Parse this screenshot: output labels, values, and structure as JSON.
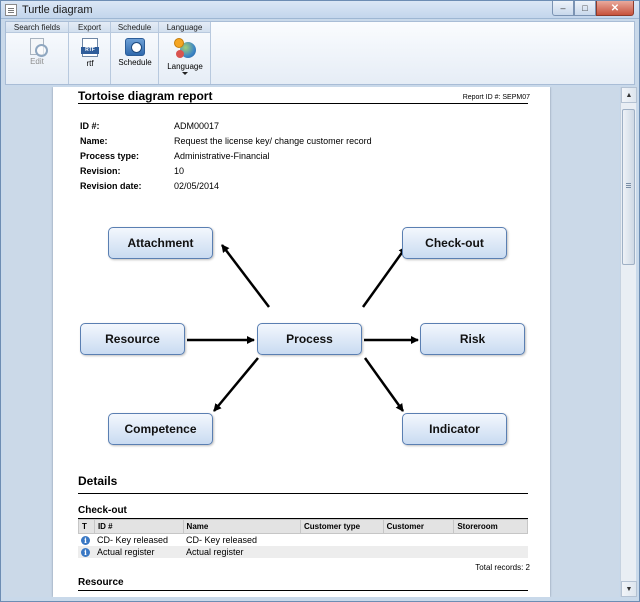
{
  "window": {
    "title": "Turtle diagram",
    "buttons": {
      "minimize": "–",
      "maximize": "□",
      "close": "✕"
    }
  },
  "ribbon": {
    "groups": [
      {
        "label": "Search fields",
        "buttons": [
          {
            "label": "Edit",
            "icon": "edit-icon",
            "enabled": false
          }
        ]
      },
      {
        "label": "Export",
        "buttons": [
          {
            "label": "rtf",
            "icon": "rtf-icon",
            "badge": "RTF"
          }
        ]
      },
      {
        "label": "Schedule",
        "buttons": [
          {
            "label": "Schedule",
            "icon": "schedule-icon"
          }
        ]
      },
      {
        "label": "Language",
        "buttons": [
          {
            "label": "Language",
            "icon": "language-icon",
            "dropdown": true
          }
        ]
      }
    ]
  },
  "report": {
    "title": "Tortoise diagram report",
    "report_id": "Report ID #: SEPM07",
    "fields": [
      {
        "key": "ID #:",
        "value": "ADM00017"
      },
      {
        "key": "Name:",
        "value": "Request the license key/ change customer record"
      },
      {
        "key": "Process type:",
        "value": "Administrative-Financial"
      },
      {
        "key": "Revision:",
        "value": "10"
      },
      {
        "key": "Revision date:",
        "value": "02/05/2014"
      }
    ],
    "diagram": {
      "center": "Process",
      "nodes": {
        "attachment": "Attachment",
        "checkout": "Check-out",
        "resource": "Resource",
        "risk": "Risk",
        "competence": "Competence",
        "indicator": "Indicator"
      }
    },
    "details_title": "Details",
    "sections": [
      {
        "title": "Check-out",
        "columns": [
          "T",
          "ID #",
          "Name",
          "Customer type",
          "Customer",
          "Storeroom"
        ],
        "rows": [
          {
            "icon": "info-icon",
            "id": "CD- Key released",
            "name": "CD- Key released",
            "customer_type": "",
            "customer": "",
            "storeroom": ""
          },
          {
            "icon": "info-icon",
            "id": "Actual register",
            "name": "Actual register",
            "customer_type": "",
            "customer": "",
            "storeroom": ""
          }
        ],
        "total": "Total records: 2"
      },
      {
        "title": "Resource"
      }
    ]
  },
  "colors": {
    "node_border": "#5a7fb2",
    "node_fill_top": "#f3f7fd",
    "node_fill_bottom": "#c9dbf1",
    "info_icon": "#3a78c4",
    "window_bg": "#c9d9ea"
  }
}
